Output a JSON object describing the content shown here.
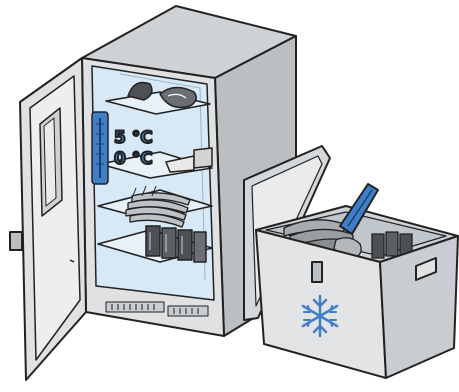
{
  "illustration": {
    "subject": [
      "fridge",
      "cool-box"
    ],
    "colors": {
      "outline": "#222222",
      "fridge_body": "#dfe1e3",
      "fridge_side": "#b9bcbf",
      "interior": "#d7e8f7",
      "cooler_body": "#e2e4e6",
      "accent_blue": "#3f7fc8",
      "food": "#8a8d90",
      "food_dark": "#4d5054"
    },
    "thermometer_scale": {
      "upper": "5 °C",
      "lower": "0 °C"
    },
    "icons": [
      "snowflake-icon",
      "thermometer-icon"
    ]
  }
}
